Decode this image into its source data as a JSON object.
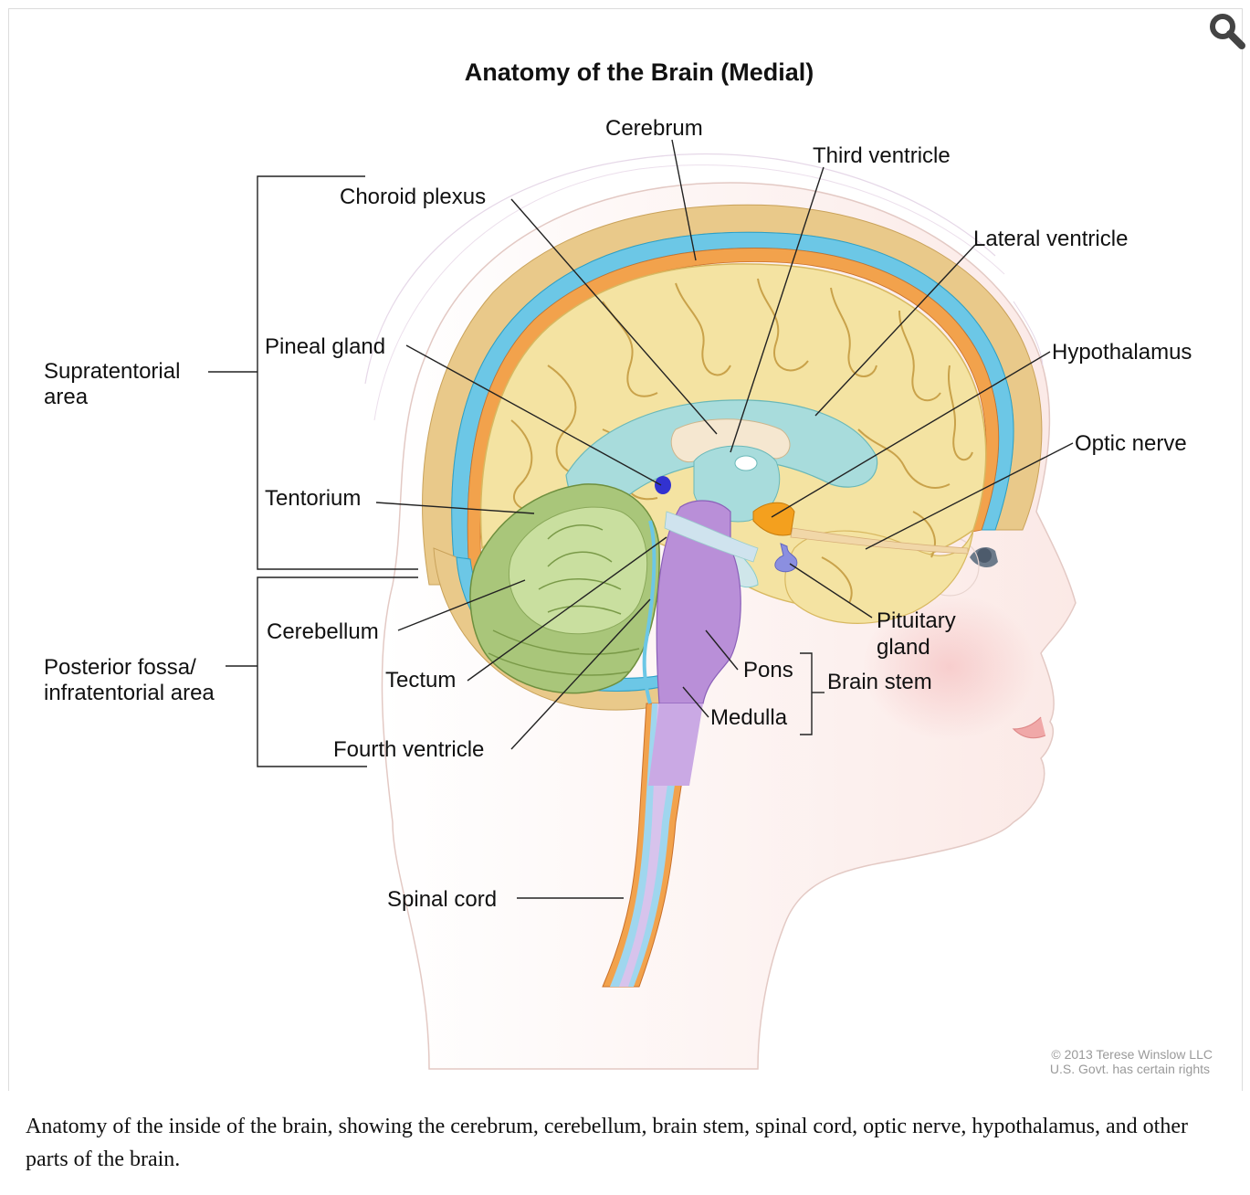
{
  "figure": {
    "title": "Anatomy of the Brain (Medial)",
    "credit_line1": "© 2013 Terese Winslow LLC",
    "credit_line2": "U.S. Govt. has certain rights"
  },
  "labels": {
    "cerebrum": "Cerebrum",
    "third_ventricle": "Third ventricle",
    "choroid_plexus": "Choroid plexus",
    "lateral_ventricle": "Lateral ventricle",
    "pineal_gland": "Pineal gland",
    "hypothalamus": "Hypothalamus",
    "supratentorial_1": "Supratentorial",
    "supratentorial_2": "area",
    "optic_nerve": "Optic nerve",
    "tentorium": "Tentorium",
    "cerebellum": "Cerebellum",
    "pituitary_1": "Pituitary",
    "pituitary_2": "gland",
    "posterior_1": "Posterior fossa/",
    "posterior_2": "infratentorial area",
    "tectum": "Tectum",
    "pons": "Pons",
    "brain_stem": "Brain stem",
    "medulla": "Medulla",
    "fourth_ventricle": "Fourth ventricle",
    "spinal_cord": "Spinal cord"
  },
  "caption": "Anatomy of the inside of the brain, showing the cerebrum, cerebellum, brain stem, spinal cord, optic nerve, hypothalamus, and other parts of the brain.",
  "icons": {
    "zoom": "magnifier-icon"
  },
  "colors": {
    "cerebrum": "#f4e3a2",
    "ventricle": "#a8dcdc",
    "cerebellum": "#a9c67a",
    "brainstem": "#b98fd8",
    "hypothalamus": "#f4a01e",
    "pituitary": "#8b8fe0",
    "skull": "#e9c98a",
    "csf": "#6cc7e6"
  }
}
